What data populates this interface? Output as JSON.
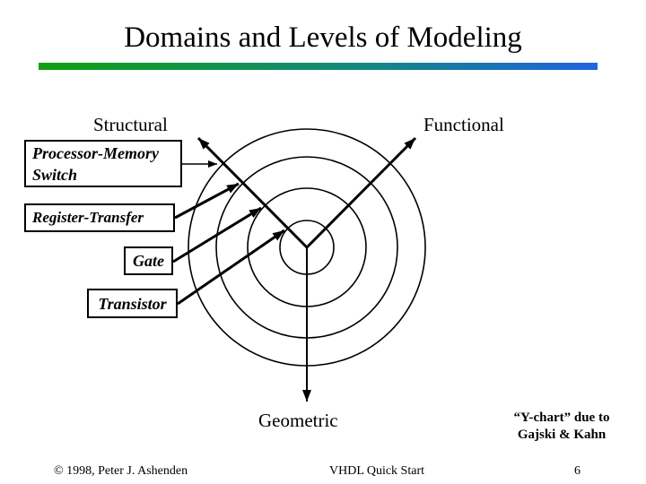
{
  "slide": {
    "title": "Domains and Levels of Modeling",
    "accent_gradient": {
      "left": "#10A010",
      "middle": "#128A7A",
      "right": "#1F63E0"
    }
  },
  "diagram": {
    "type": "y-chart",
    "axis_labels": {
      "structural": "Structural",
      "functional": "Functional",
      "geometric": "Geometric"
    },
    "levels": [
      {
        "lines": [
          "Processor-Memory",
          "Switch"
        ],
        "circle": "outermost"
      },
      {
        "lines": [
          "Register-Transfer"
        ],
        "circle": "third"
      },
      {
        "lines": [
          "Gate"
        ],
        "circle": "second"
      },
      {
        "lines": [
          "Transistor"
        ],
        "circle": "innermost"
      }
    ],
    "note": {
      "lines": [
        "“Y-chart” due to",
        "Gajski & Kahn"
      ]
    }
  },
  "footer": {
    "copyright": "© 1998, Peter J. Ashenden",
    "center": "VHDL Quick Start",
    "page_number": "6"
  }
}
